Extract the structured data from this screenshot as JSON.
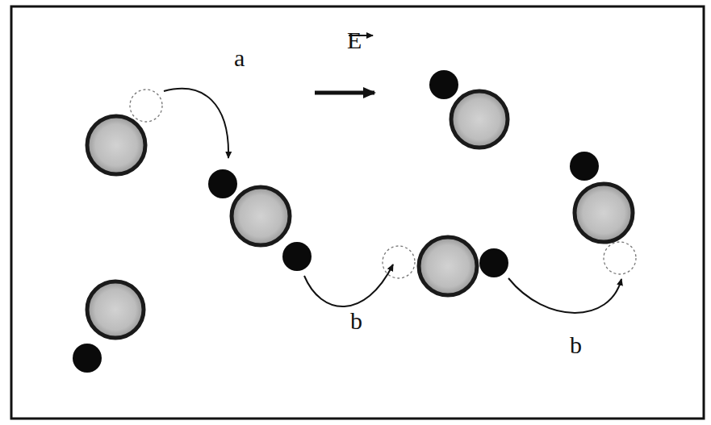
{
  "diagram": {
    "labels": [
      "a",
      "E",
      "b",
      "b"
    ]
  }
}
